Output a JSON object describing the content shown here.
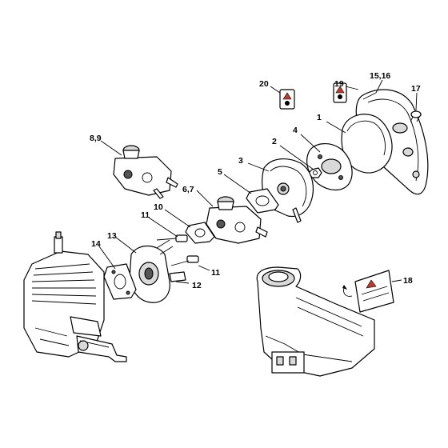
{
  "callouts": {
    "c1": "1",
    "c2": "2",
    "c3": "3",
    "c4": "4",
    "c5": "5",
    "c67": "6,7",
    "c89": "8,9",
    "c10": "10",
    "c11a": "11",
    "c11b": "11",
    "c12": "12",
    "c13": "13",
    "c14": "14",
    "c1516": "15,16",
    "c17": "17",
    "c18": "18",
    "c19": "19",
    "c20": "20"
  },
  "colors": {
    "line": "#000000",
    "fill": "#ffffff",
    "shade": "#d9d9d9",
    "decal_red": "#c0392b"
  }
}
